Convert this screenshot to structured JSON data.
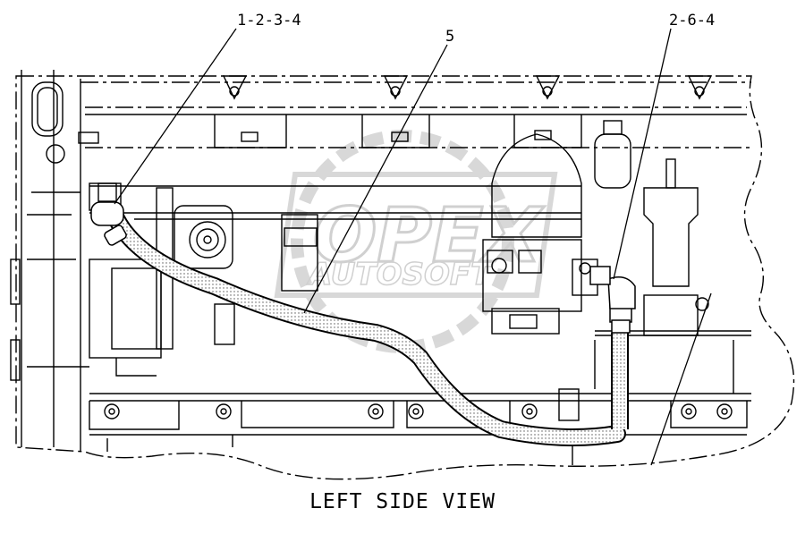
{
  "callouts": [
    {
      "label": "1-2-3-4"
    },
    {
      "label": "5"
    },
    {
      "label": "2-6-4"
    }
  ],
  "caption": "LEFT SIDE VIEW",
  "watermark": {
    "primary": "OPEX",
    "secondary": "AUTOSOFT"
  },
  "colors": {
    "line": "#000000",
    "watermark": "#d2d2d2",
    "background": "#ffffff"
  }
}
